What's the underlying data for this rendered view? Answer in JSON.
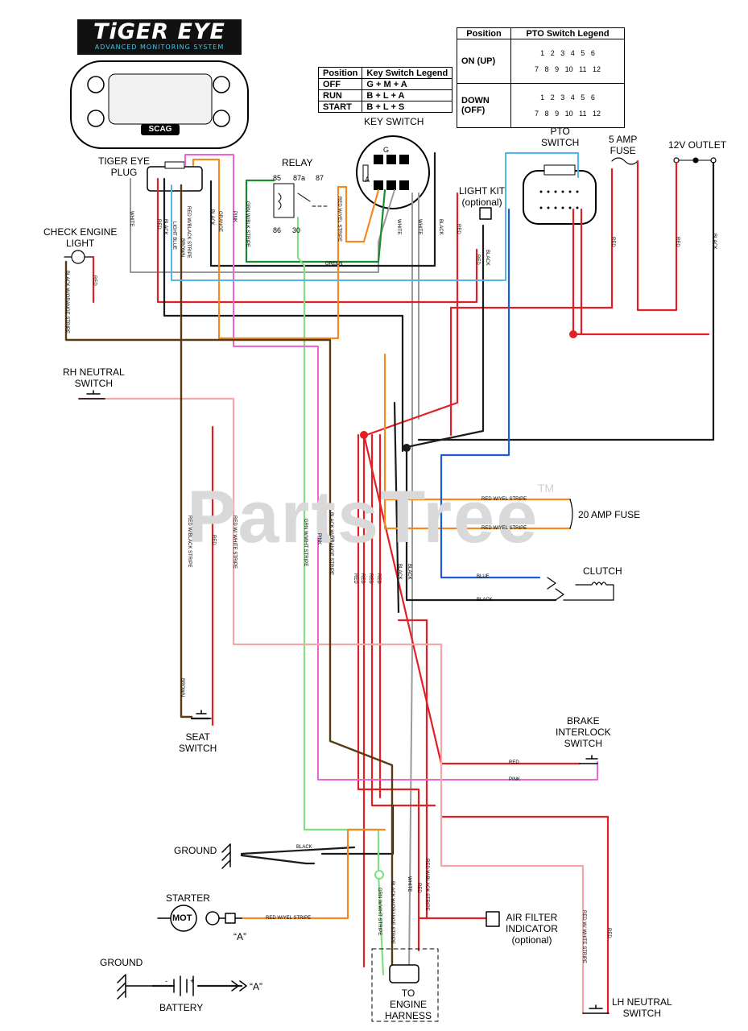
{
  "logo": {
    "title": "TiGER EYE",
    "subtitle": "ADVANCED MONITORING SYSTEM"
  },
  "display": {
    "badge": "SCAG"
  },
  "watermark": {
    "text": "PartsTree",
    "tm": "TM"
  },
  "key_legend": {
    "headers": [
      "Position",
      "Key Switch Legend"
    ],
    "rows": [
      [
        "OFF",
        "G + M + A"
      ],
      [
        "RUN",
        "B + L + A"
      ],
      [
        "START",
        "B + L + S"
      ]
    ]
  },
  "pto_legend": {
    "headers": [
      "Position",
      "PTO Switch Legend"
    ],
    "rows": [
      {
        "position": "ON (UP)",
        "top": [
          "1",
          "2",
          "3",
          "4",
          "5",
          "6"
        ],
        "bottom": [
          "7",
          "8",
          "9",
          "10",
          "11",
          "12"
        ]
      },
      {
        "position": "DOWN (OFF)",
        "top": [
          "1",
          "2",
          "3",
          "4",
          "5",
          "6"
        ],
        "bottom": [
          "7",
          "8",
          "9",
          "10",
          "11",
          "12"
        ]
      }
    ]
  },
  "components": {
    "key_switch": "KEY SWITCH",
    "tiger_eye_plug": "TIGER EYE\nPLUG",
    "relay": "RELAY",
    "relay_85": "85",
    "relay_87a": "87a",
    "relay_87": "87",
    "relay_86": "86",
    "relay_30": "30",
    "pto_switch": "PTO\nSWITCH",
    "fuse_5": "5 AMP\nFUSE",
    "outlet": "12V OUTLET",
    "light_kit": "LIGHT KIT\n(optional)",
    "check_engine": "CHECK ENGINE\nLIGHT",
    "rh_neutral": "RH NEUTRAL\nSWITCH",
    "fuse_20": "20 AMP FUSE",
    "clutch": "CLUTCH",
    "seat_switch": "SEAT\nSWITCH",
    "brake_switch": "BRAKE\nINTERLOCK\nSWITCH",
    "ground_1": "GROUND",
    "starter": "STARTER",
    "starter_mot": "MOT",
    "a_ref_1": "“A”",
    "air_filter": "AIR FILTER\nINDICATOR\n(optional)",
    "ground_2": "GROUND",
    "battery": "BATTERY",
    "battery_minus": "-",
    "battery_plus": "+",
    "a_ref_2": "“A”",
    "engine_harness": "TO\nENGINE\nHARNESS",
    "lh_neutral": "LH NEUTRAL\nSWITCH",
    "ks_g": "G",
    "ks_a": "A"
  },
  "wire_labels": {
    "white_1": "WHITE",
    "red_1": "RED",
    "black_1": "BLACK",
    "lightblue": "LIGHT BLUE",
    "brown_1": "BROWN",
    "red_blk_stripe": "RED W/BLACK STRIPE",
    "black_2": "BLACK",
    "orange": "ORANGE",
    "pink_1": "PINK",
    "grn_blk_stripe": "GRN W/BLK STRIPE",
    "red_yel_stripe_1": "RED W/YEL STRIPE",
    "white_2": "WHITE",
    "white_3": "WHITE",
    "black_3": "BLACK",
    "red_2": "RED",
    "red_3": "RED",
    "black_4": "BLACK",
    "red_4": "RED",
    "red_5": "RED",
    "black_5": "BLACK",
    "green": "GREEN",
    "blk_org_stripe_1": "BLACK W/ORANGE STRIPE",
    "red_6": "RED",
    "red_yel_stripe_2": "RED W/YEL STRIPE",
    "red_yel_stripe_3": "RED W/YEL STRIPE",
    "red_blk_stripe_2": "RED W/BLACK STRIPE",
    "red_7": "RED",
    "red_white_stripe_1": "RED W/ WHITE STRIPE",
    "grn_wht_stripe_1": "GRN W/WHT STRIPE",
    "pink_2": "PINK",
    "blk_org_stripe_2": "BLACK W/ORANGE STRIPE",
    "red_8": "RED",
    "red_9": "RED",
    "red_10": "RED",
    "red_11": "RED",
    "black_6": "BLACK",
    "black_7": "BLACK",
    "blue": "BLUE",
    "black_8": "BLACK",
    "brown_2": "BROWN",
    "red_12": "RED",
    "pink_3": "PINK",
    "black_9": "BLACK",
    "red_yel_stripe_4": "RED W/YEL STRIPE",
    "grn_wht_stripe_2": "GRN W/WHT STRIPE",
    "blk_org_stripe_3": "BLACK W/ORANGE STRIPE",
    "white_4": "WHITE",
    "red_13": "RED",
    "red_blk_stripe_3": "RED W/BLACK STRIPE",
    "red_white_stripe_2": "RED W/ WHITE STRIPE",
    "red_14": "RED"
  },
  "colors": {
    "red": "#e31e24",
    "black": "#1a1a1a",
    "white_wire": "#9a9a9a",
    "green": "#1a8a2e",
    "light_green": "#7ee07e",
    "pink": "#f062d8",
    "light_pink": "#f7a6a6",
    "orange": "#f5891f",
    "brown": "#5a3a12",
    "blue": "#1f5bd6",
    "light_blue": "#4fb8e8"
  }
}
